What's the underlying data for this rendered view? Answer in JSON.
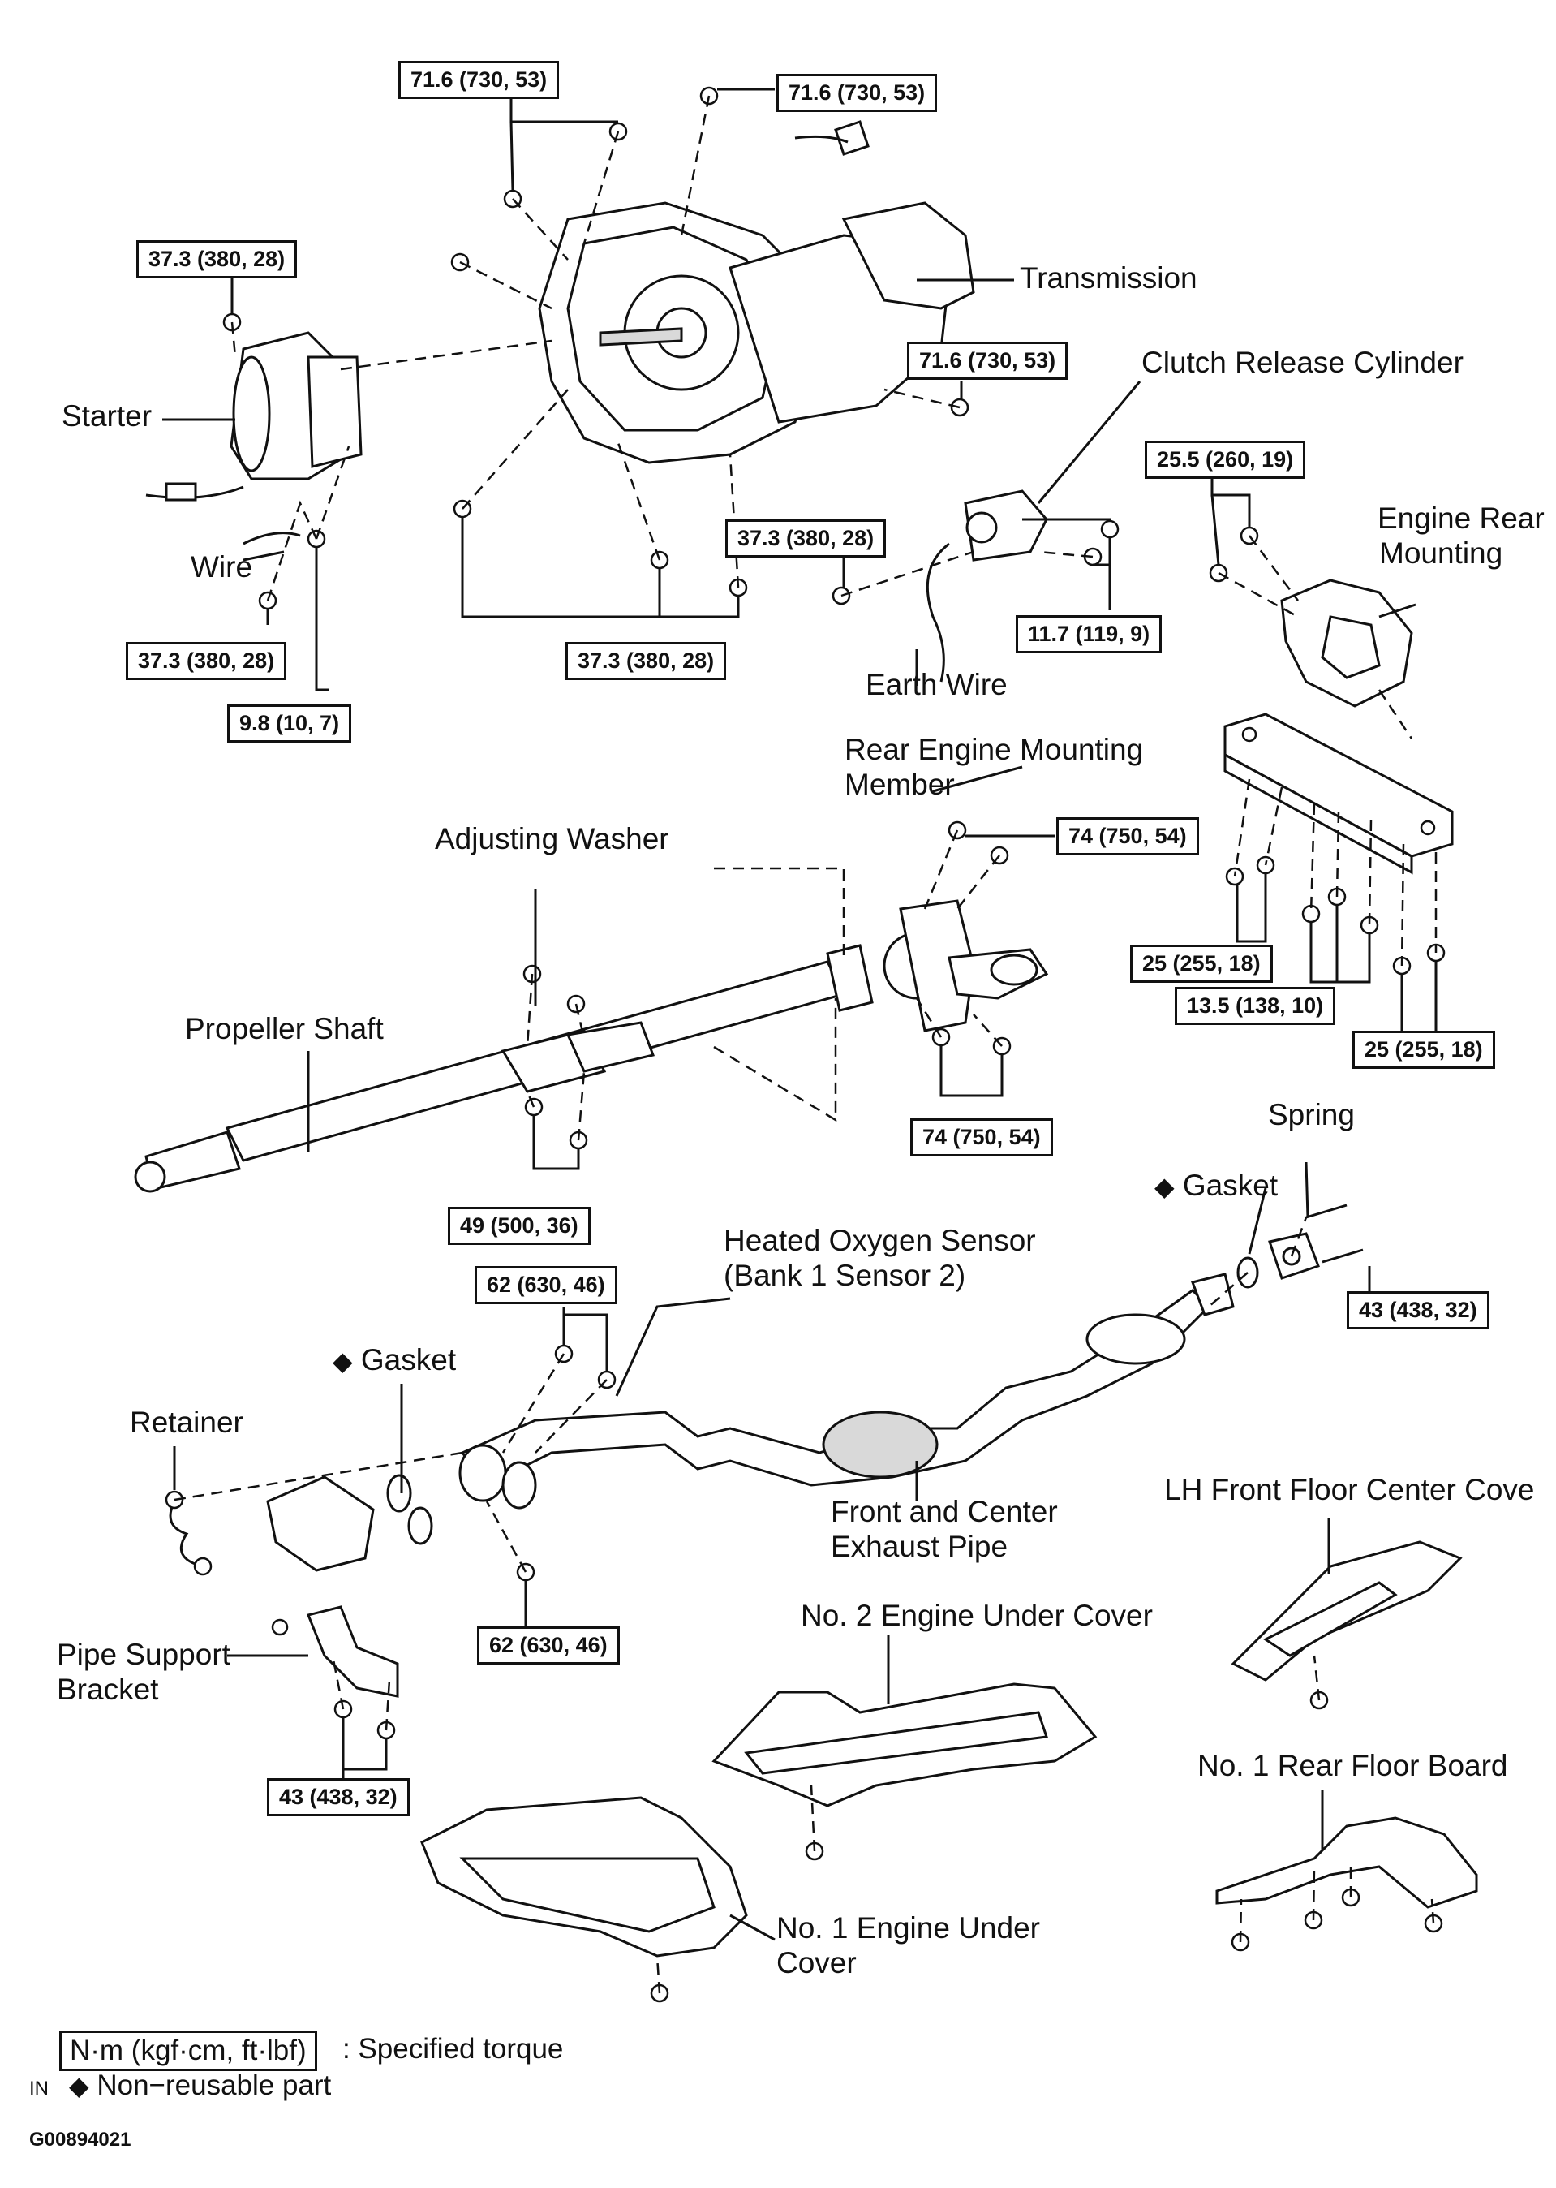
{
  "torque": {
    "t_trans_top_left": "71.6 (730, 53)",
    "t_trans_top_right": "71.6 (730, 53)",
    "t_starter_top": "37.3 (380, 28)",
    "t_trans_right": "71.6 (730, 53)",
    "t_engine_rear_mount": "25.5 (260, 19)",
    "t_clutch_cyl": "37.3 (380, 28)",
    "t_starter_bottom": "37.3 (380, 28)",
    "t_trans_bottom": "37.3 (380, 28)",
    "t_earth_wire": "11.7 (119, 9)",
    "t_wire": "9.8 (10, 7)",
    "t_prop_flange": "74 (750, 54)",
    "t_member_left": "25 (255, 18)",
    "t_member_mid": "13.5 (138, 10)",
    "t_member_right": "25 (255, 18)",
    "t_prop_flange_lower": "74 (750, 54)",
    "t_center_bearing": "49 (500, 36)",
    "t_exhaust_upper": "62 (630, 46)",
    "t_spring": "43 (438, 32)",
    "t_exhaust_lower": "62 (630, 46)",
    "t_pipe_bracket": "43 (438, 32)"
  },
  "labels": {
    "transmission": "Transmission",
    "clutch_release_cylinder": "Clutch Release Cylinder",
    "starter": "Starter",
    "engine_rear_mounting_1": "Engine Rear",
    "engine_rear_mounting_2": "Mounting",
    "wire": "Wire",
    "earth_wire": "Earth Wire",
    "rear_engine_mounting_member_1": "Rear Engine Mounting",
    "rear_engine_mounting_member_2": "Member",
    "adjusting_washer": "Adjusting Washer",
    "propeller_shaft": "Propeller Shaft",
    "spring": "Spring",
    "gasket_right": "Gasket",
    "heated_oxygen_sensor_1": "Heated Oxygen Sensor",
    "heated_oxygen_sensor_2": "(Bank 1 Sensor 2)",
    "gasket_left": "Gasket",
    "retainer": "Retainer",
    "front_center_exhaust_1": "Front and Center",
    "front_center_exhaust_2": "Exhaust Pipe",
    "lh_front_floor_center_cover": "LH Front Floor Center Cove",
    "pipe_support_bracket_1": "Pipe Support",
    "pipe_support_bracket_2": "Bracket",
    "no2_engine_under_cover": "No. 2 Engine Under Cover",
    "no1_rear_floor_board": "No. 1 Rear Floor Board",
    "no1_engine_under_cover_1": "No. 1 Engine Under",
    "no1_engine_under_cover_2": "Cover"
  },
  "legend": {
    "torque_unit": "N·m (kgf·cm, ft·lbf)",
    "torque_desc": ": Specified torque",
    "non_reusable": "Non−reusable part",
    "diamond_symbol": "◆",
    "corner_mark": "IN"
  },
  "figure_code": "G00894021"
}
